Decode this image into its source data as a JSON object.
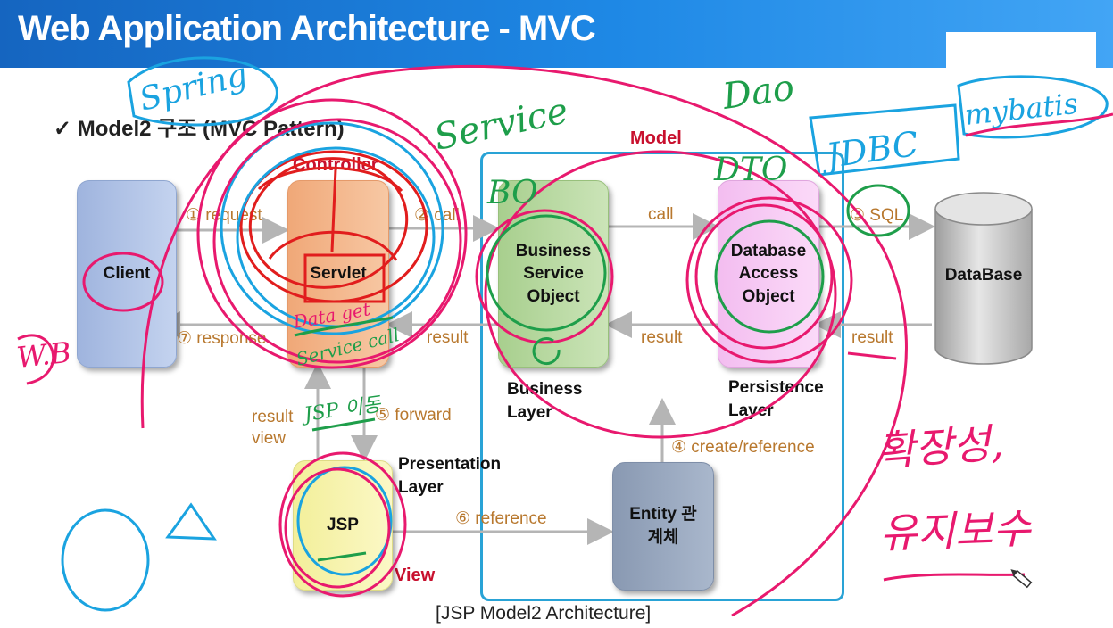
{
  "slide": {
    "title": "Web Application Architecture - MVC",
    "subtitle": "✓ Model2 구조 (MVC Pattern)",
    "caption": "[JSP Model2 Architecture]"
  },
  "nodes": {
    "client": "Client",
    "servlet": "Servlet",
    "business_service": "Business Service Object",
    "database_access": "Database Access Object",
    "database": "DataBase",
    "jsp": "JSP",
    "entity": "Entity 관계체"
  },
  "region_labels": {
    "controller": "Controller",
    "model": "Model",
    "view": "View"
  },
  "layers": {
    "business": "Business Layer",
    "persistence": "Persistence Layer",
    "presentation": "Presentation Layer"
  },
  "flows": {
    "request": "① request",
    "call_2": "② call",
    "call": "call",
    "sql": "③ SQL",
    "result_db": "result",
    "result_dao": "result",
    "result_bso": "result",
    "response": "⑦ response",
    "forward": "⑤ forward",
    "result_view": "result view",
    "create_reference": "④ create/reference",
    "reference": "⑥ reference"
  },
  "annotations": {
    "spring": "Spring",
    "service": "Service",
    "dao": "Dao",
    "dto": "DTO",
    "bo": "BO",
    "jdbc": "JDBC",
    "mybatis": "mybatis",
    "data_get": "Data get",
    "service_call": "Service call",
    "jsp_move": "JSP 이동",
    "wb": "W.B",
    "extensibility": "확장성,",
    "maintenance": "유지보수"
  },
  "colors": {
    "banner": "#1e88e5",
    "model_border": "#29a3d6",
    "magenta_ink": "#e8196e",
    "blue_ink": "#1aa3e0",
    "green_ink": "#1e9e4a",
    "red_ink": "#e11d1d",
    "flow_text": "#b8782e",
    "red_label": "#c8102e"
  }
}
